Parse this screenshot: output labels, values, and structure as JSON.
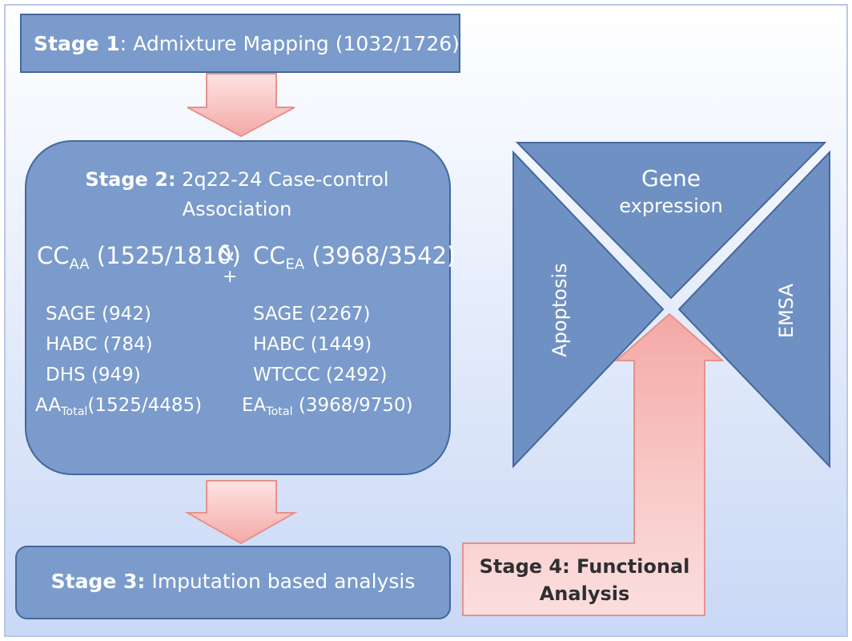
{
  "colors": {
    "background_top": "#ffffff",
    "background_bottom": "#c9d8f6",
    "box_fill": "#7a9bcb",
    "box_stroke": "#44689c",
    "arrow_fill_top": "#fde3e3",
    "arrow_fill_bottom": "#f4a9a6",
    "arrow_stroke": "#e7918c",
    "triangle_fill": "#6f90c2"
  },
  "stage1": {
    "label": "Stage 1",
    "text": ": Admixture Mapping (1032/1726)"
  },
  "stage2": {
    "label": "Stage 2:",
    "title_rest": " 2q22-24 Case-control",
    "title_line2": "Association",
    "cc_aa": {
      "prefix": "CC",
      "sub": "AA",
      "value": " (1525/1810)"
    },
    "amp": "&",
    "plus": "+",
    "cc_ea": {
      "prefix": "CC",
      "sub": "EA",
      "value": " (3968/3542)"
    },
    "aa_cohorts": [
      "SAGE (942)",
      "HABC (784)",
      "DHS (949)"
    ],
    "ea_cohorts": [
      "SAGE (2267)",
      "HABC (1449)",
      "WTCCC (2492)"
    ],
    "aa_total": {
      "prefix": "AA",
      "sub": "Total",
      "value": "(1525/4485)"
    },
    "ea_total": {
      "prefix": "EA",
      "sub": "Total",
      "value": " (3968/9750)"
    }
  },
  "stage3": {
    "label": "Stage 3:",
    "text": " Imputation based analysis"
  },
  "stage4": {
    "line1": "Stage 4: Functional",
    "line2": "Analysis"
  },
  "functional": {
    "top_line1": "Gene",
    "top_line2": "expression",
    "left": "Apoptosis",
    "right": "EMSA"
  }
}
